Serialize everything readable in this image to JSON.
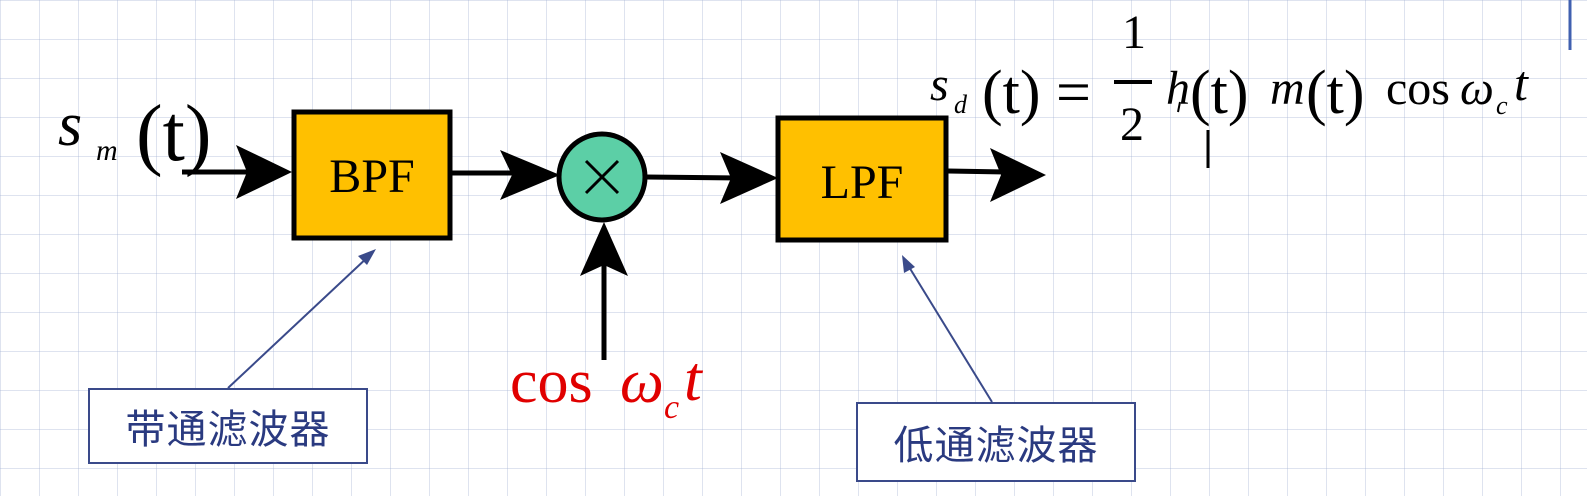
{
  "blocks": {
    "bpf": "BPF",
    "lpf": "LPF"
  },
  "labels": {
    "bpf_cn": "带通滤波器",
    "lpf_cn": "低通滤波器"
  },
  "math": {
    "input_s": "s",
    "input_sub": "m",
    "input_arg": "(t)",
    "carrier_cos": "cos",
    "carrier_omega": "ω",
    "carrier_sub": "c",
    "carrier_t": "t",
    "output_s": "s",
    "output_sub": "d",
    "output_eq_left": "(t) =",
    "output_frac_num": "1",
    "output_frac_den": "2",
    "output_h": "h",
    "output_ht": "(t)",
    "output_m": "m",
    "output_mt": "(t)",
    "output_cos": "cos",
    "output_omega": "ω",
    "output_sub2": "c",
    "output_t": "t"
  },
  "colors": {
    "filter_fill": "#ffc000",
    "mixer_fill": "#5ccfa6",
    "carrier_text": "#e00000",
    "label_border": "#3a4a8a",
    "label_text": "#2a3a80",
    "pointer_line": "#3a4a8a"
  },
  "icons": {
    "mixer": "multiply-circle-icon",
    "arrowheads": "arrow-head-icon"
  }
}
